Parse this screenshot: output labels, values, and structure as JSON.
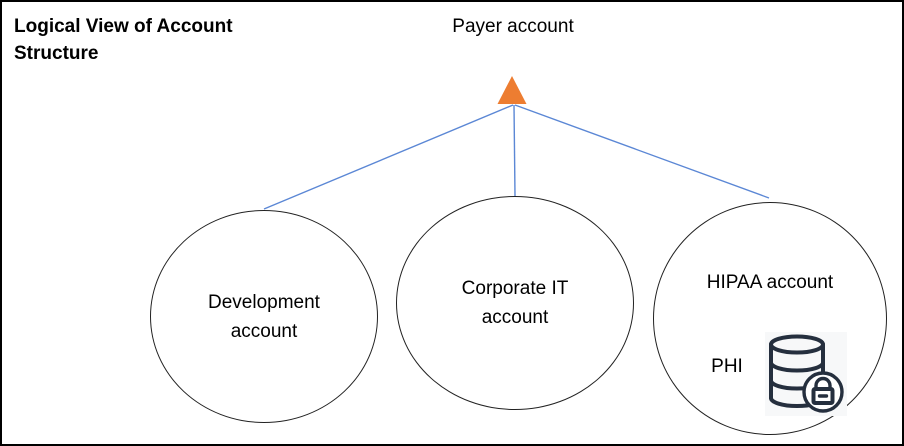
{
  "title": "Logical View of Account Structure",
  "tree": {
    "root": {
      "label": "Payer account",
      "marker": "orange-triangle-icon"
    },
    "children": [
      {
        "label": "Development account"
      },
      {
        "label": "Corporate IT account"
      },
      {
        "label": "HIPAA account",
        "tag": "PHI",
        "icon": "database-lock-icon"
      }
    ]
  },
  "colors": {
    "canvas_bg": "#ffffff",
    "frame_border": "#000000",
    "title_text": "#000000",
    "node_stroke": "#222222",
    "connector": "#5b87d5",
    "triangle": "#ed7d31",
    "icon_stroke": "#252f3e",
    "icon_bg": "#f7f8f9"
  }
}
